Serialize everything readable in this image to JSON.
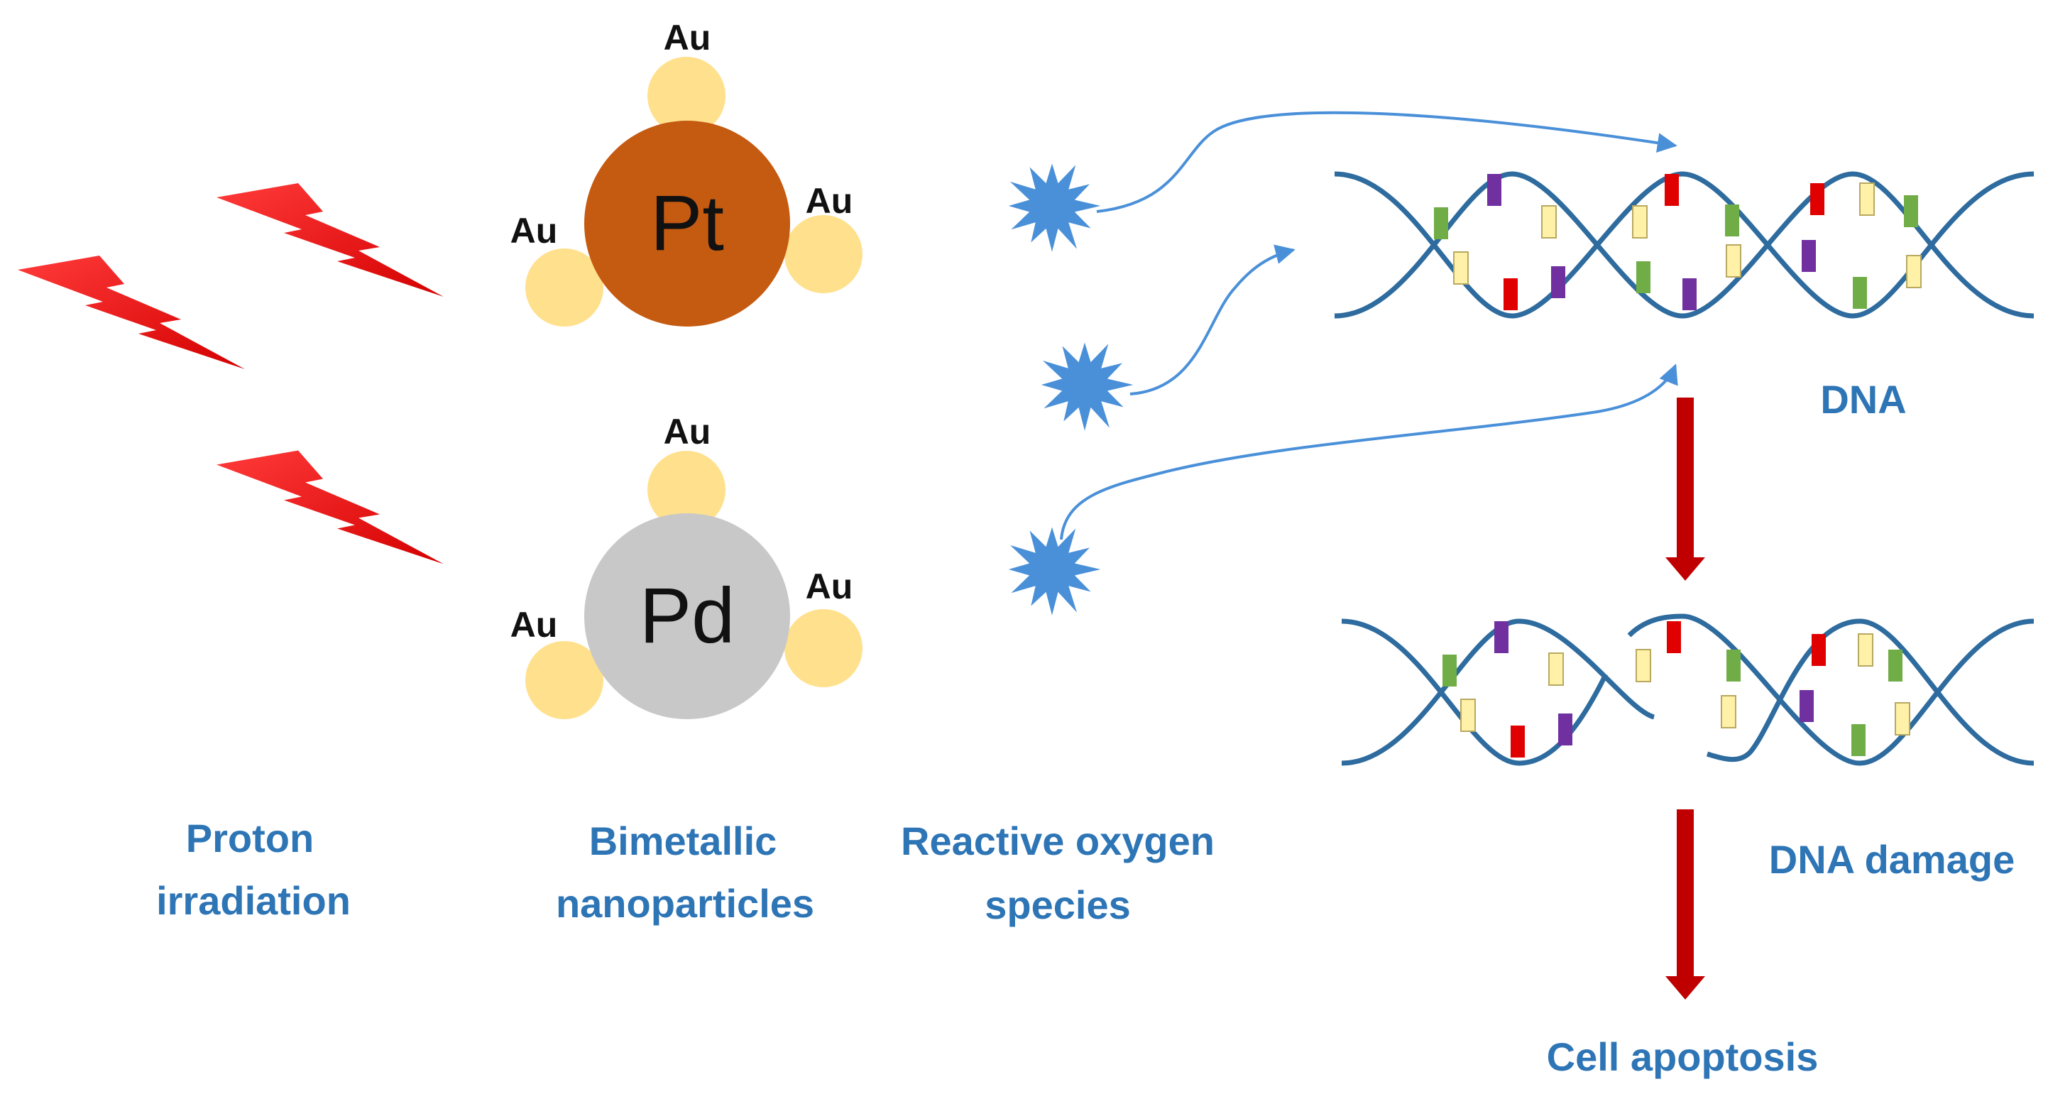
{
  "labels": {
    "proton_line1": "Proton",
    "proton_line2": "irradiation",
    "nano_line1": "Bimetallic",
    "nano_line2": "nanoparticles",
    "ros_line1": "Reactive oxygen",
    "ros_line2": "species",
    "dna": "DNA",
    "dna_damage": "DNA damage",
    "apoptosis": "Cell apoptosis"
  },
  "particles": [
    {
      "core": "Pt",
      "core_color": "#c55a11",
      "shell": [
        "Au",
        "Au",
        "Au"
      ]
    },
    {
      "core": "Pd",
      "core_color": "#c8c8c8",
      "shell": [
        "Au",
        "Au",
        "Au"
      ]
    }
  ],
  "icons": {
    "bolt": "lightning-bolt-icon",
    "ros": "starburst-icon"
  },
  "colors": {
    "bolt": "#ff1a1a",
    "au": "#ffe08c",
    "ros": "#4a90d9",
    "caption": "#2e75b6",
    "dna_strand": "#2e6b9e",
    "arrow": "#c00000",
    "base_green": "#70ad47",
    "base_purple": "#7030a0",
    "base_red": "#e00000",
    "base_yellow": "#fff2a8"
  }
}
